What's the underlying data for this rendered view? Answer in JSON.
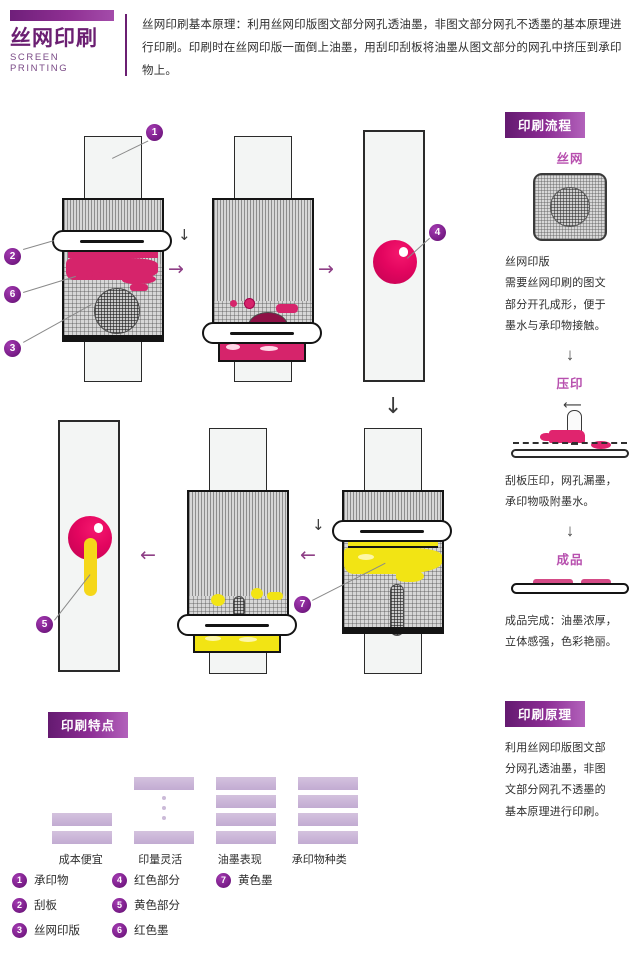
{
  "header": {
    "title_cn": "丝网印刷",
    "title_en": "SCREEN PRINTING",
    "description": "丝网印刷基本原理：利用丝网印版图文部分网孔透油墨，非图文部分网孔不透墨的基本原理进行印刷。印刷时在丝网印版一面倒上油墨，用刮印刮板将油墨从图文部分的网孔中挤压到承印物上。"
  },
  "sidebar": {
    "process": {
      "badge": "印刷流程",
      "steps": [
        {
          "sub_title": "丝网",
          "icon": "mesh-screen-icon",
          "caption": "丝网印版\n需要丝网印刷的图文\n部分开孔成形，便于\n墨水与承印物接触。",
          "caption_lines": [
            "丝网印版",
            "需要丝网印刷的图文",
            "部分开孔成形，便于",
            "墨水与承印物接触。"
          ]
        },
        {
          "sub_title": "压印",
          "icon": "squeegee-press-icon",
          "caption_lines": [
            "刮板压印，网孔漏墨，",
            "承印物吸附墨水。"
          ]
        },
        {
          "sub_title": "成品",
          "icon": "finished-product-icon",
          "caption_lines": [
            "成品完成：油墨浓厚，",
            "立体感强，色彩艳丽。"
          ]
        }
      ],
      "arrow_glyph": "↓"
    },
    "principle": {
      "badge": "印刷原理",
      "caption_lines": [
        "利用丝网印版图文部",
        "分网孔透油墨，非图",
        "文部分网孔不透墨的",
        "基本原理进行印刷。"
      ]
    }
  },
  "diagram": {
    "markers": [
      {
        "id": "1",
        "label": "承印物"
      },
      {
        "id": "2",
        "label": "刮板"
      },
      {
        "id": "3",
        "label": "丝网印版"
      },
      {
        "id": "4",
        "label": "红色部分"
      },
      {
        "id": "5",
        "label": "黄色部分"
      },
      {
        "id": "6",
        "label": "红色墨"
      },
      {
        "id": "7",
        "label": "黄色墨"
      }
    ],
    "arrow_right": "→",
    "arrow_left": "←",
    "arrow_down": "↓"
  },
  "features": {
    "badge": "印刷特点",
    "columns": [
      {
        "label": "成本便宜",
        "bars": 2,
        "dots": 0
      },
      {
        "label": "印量灵活",
        "bars": 2,
        "dots": 3
      },
      {
        "label": "油墨表现",
        "bars": 4,
        "dots": 0
      },
      {
        "label": "承印物种类",
        "bars": 4,
        "dots": 0
      }
    ]
  },
  "legend": {
    "columns": [
      [
        {
          "id": "1",
          "label": "承印物"
        },
        {
          "id": "2",
          "label": "刮板"
        },
        {
          "id": "3",
          "label": "丝网印版"
        }
      ],
      [
        {
          "id": "4",
          "label": "红色部分"
        },
        {
          "id": "5",
          "label": "黄色部分"
        },
        {
          "id": "6",
          "label": "红色墨"
        }
      ],
      [
        {
          "id": "7",
          "label": "黄色墨"
        }
      ]
    ]
  },
  "colors": {
    "brand_purple": "#6b1f72",
    "badge_gradient_start": "#641a70",
    "badge_gradient_end": "#b262bb",
    "ink_red": "#d6246b",
    "ink_yellow": "#f2e414",
    "dot_red": "#e3055f",
    "feature_bar": "#c2abd2",
    "substrate": "#f3f5f4",
    "frame_gray": "#d7d7d7",
    "outline": "#141414"
  }
}
